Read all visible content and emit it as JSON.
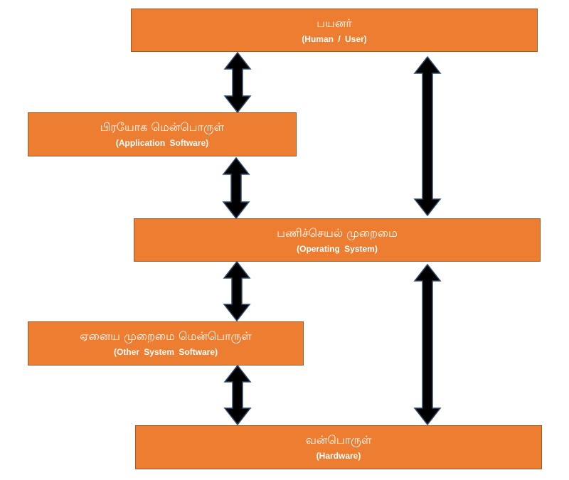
{
  "colors": {
    "box_fill": "#ED7D31",
    "box_border": "#9E5A26",
    "text": "#FFFFFF",
    "arrow_fill": "#000000",
    "arrow_outline": "#2E4A6B"
  },
  "layers": {
    "user": {
      "tamil": "பயனர்",
      "english": "(Human  /  User)"
    },
    "application": {
      "tamil": "பிரயோக மென்பொருள்",
      "english": "(Application  Software)"
    },
    "os": {
      "tamil": "பணிச்செயல் முறைமை",
      "english": "(Operating  System)"
    },
    "other": {
      "tamil": "ஏனைய முறைமை மென்பொருள்",
      "english": "(Other  System  Software)"
    },
    "hardware": {
      "tamil": "வன்பொருள்",
      "english": "(Hardware)"
    }
  }
}
